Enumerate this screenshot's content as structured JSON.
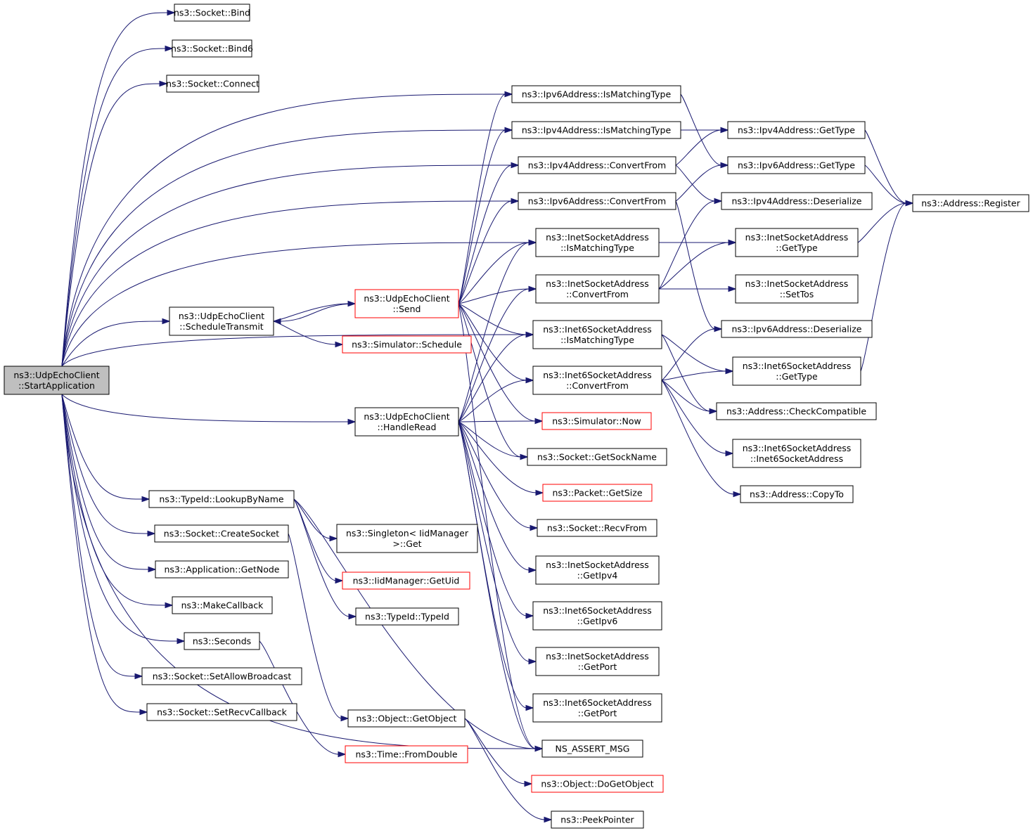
{
  "graph": {
    "edge_color": "#191970",
    "root_fill": "#bfbfbf",
    "highlight_border": "#ff0000",
    "nodes": [
      {
        "id": "root",
        "lines": [
          "ns3::UdpEchoClient",
          "::StartApplication"
        ],
        "kind": "root"
      },
      {
        "id": "bind",
        "lines": [
          "ns3::Socket::Bind"
        ],
        "kind": "normal"
      },
      {
        "id": "bind6",
        "lines": [
          "ns3::Socket::Bind6"
        ],
        "kind": "normal"
      },
      {
        "id": "connect",
        "lines": [
          "ns3::Socket::Connect"
        ],
        "kind": "normal"
      },
      {
        "id": "ip6match",
        "lines": [
          "ns3::Ipv6Address::IsMatchingType"
        ],
        "kind": "normal"
      },
      {
        "id": "ip4match",
        "lines": [
          "ns3::Ipv4Address::IsMatchingType"
        ],
        "kind": "normal"
      },
      {
        "id": "ip4conv",
        "lines": [
          "ns3::Ipv4Address::ConvertFrom"
        ],
        "kind": "normal"
      },
      {
        "id": "ip6conv",
        "lines": [
          "ns3::Ipv6Address::ConvertFrom"
        ],
        "kind": "normal"
      },
      {
        "id": "ip4type",
        "lines": [
          "ns3::Ipv4Address::GetType"
        ],
        "kind": "normal"
      },
      {
        "id": "ip6type",
        "lines": [
          "ns3::Ipv6Address::GetType"
        ],
        "kind": "normal"
      },
      {
        "id": "ip4deser",
        "lines": [
          "ns3::Ipv4Address::Deserialize"
        ],
        "kind": "normal"
      },
      {
        "id": "addrreg",
        "lines": [
          "ns3::Address::Register"
        ],
        "kind": "normal"
      },
      {
        "id": "inetmatch",
        "lines": [
          "ns3::InetSocketAddress",
          "::IsMatchingType"
        ],
        "kind": "normal"
      },
      {
        "id": "inettype",
        "lines": [
          "ns3::InetSocketAddress",
          "::GetType"
        ],
        "kind": "normal"
      },
      {
        "id": "send",
        "lines": [
          "ns3::UdpEchoClient",
          "::Send"
        ],
        "kind": "red"
      },
      {
        "id": "inetconv",
        "lines": [
          "ns3::InetSocketAddress",
          "::ConvertFrom"
        ],
        "kind": "normal"
      },
      {
        "id": "settos",
        "lines": [
          "ns3::InetSocketAddress",
          "::SetTos"
        ],
        "kind": "normal"
      },
      {
        "id": "sched",
        "lines": [
          "ns3::UdpEchoClient",
          "::ScheduleTransmit"
        ],
        "kind": "normal"
      },
      {
        "id": "simsched",
        "lines": [
          "ns3::Simulator::Schedule"
        ],
        "kind": "red"
      },
      {
        "id": "inet6match",
        "lines": [
          "ns3::Inet6SocketAddress",
          "::IsMatchingType"
        ],
        "kind": "normal"
      },
      {
        "id": "ip6deser",
        "lines": [
          "ns3::Ipv6Address::Deserialize"
        ],
        "kind": "normal"
      },
      {
        "id": "inet6type",
        "lines": [
          "ns3::Inet6SocketAddress",
          "::GetType"
        ],
        "kind": "normal"
      },
      {
        "id": "inet6conv",
        "lines": [
          "ns3::Inet6SocketAddress",
          "::ConvertFrom"
        ],
        "kind": "normal"
      },
      {
        "id": "checkcompat",
        "lines": [
          "ns3::Address::CheckCompatible"
        ],
        "kind": "normal"
      },
      {
        "id": "handleread",
        "lines": [
          "ns3::UdpEchoClient",
          "::HandleRead"
        ],
        "kind": "normal"
      },
      {
        "id": "simnow",
        "lines": [
          "ns3::Simulator::Now"
        ],
        "kind": "red"
      },
      {
        "id": "inet6ctor",
        "lines": [
          "ns3::Inet6SocketAddress",
          "::Inet6SocketAddress"
        ],
        "kind": "normal"
      },
      {
        "id": "sockname",
        "lines": [
          "ns3::Socket::GetSockName"
        ],
        "kind": "normal"
      },
      {
        "id": "copyto",
        "lines": [
          "ns3::Address::CopyTo"
        ],
        "kind": "normal"
      },
      {
        "id": "lookup",
        "lines": [
          "ns3::TypeId::LookupByName"
        ],
        "kind": "normal"
      },
      {
        "id": "getsize",
        "lines": [
          "ns3::Packet::GetSize"
        ],
        "kind": "red"
      },
      {
        "id": "createsock",
        "lines": [
          "ns3::Socket::CreateSocket"
        ],
        "kind": "normal"
      },
      {
        "id": "singleton",
        "lines": [
          "ns3::Singleton< IidManager",
          "  >::Get"
        ],
        "kind": "normal"
      },
      {
        "id": "recvfrom",
        "lines": [
          "ns3::Socket::RecvFrom"
        ],
        "kind": "normal"
      },
      {
        "id": "getnode",
        "lines": [
          "ns3::Application::GetNode"
        ],
        "kind": "normal"
      },
      {
        "id": "getuid",
        "lines": [
          "ns3::IidManager::GetUid"
        ],
        "kind": "red"
      },
      {
        "id": "inetipv4",
        "lines": [
          "ns3::InetSocketAddress",
          "::GetIpv4"
        ],
        "kind": "normal"
      },
      {
        "id": "makecb",
        "lines": [
          "ns3::MakeCallback"
        ],
        "kind": "normal"
      },
      {
        "id": "typeidctor",
        "lines": [
          "ns3::TypeId::TypeId"
        ],
        "kind": "normal"
      },
      {
        "id": "inet6ipv6",
        "lines": [
          "ns3::Inet6SocketAddress",
          "::GetIpv6"
        ],
        "kind": "normal"
      },
      {
        "id": "seconds",
        "lines": [
          "ns3::Seconds"
        ],
        "kind": "normal"
      },
      {
        "id": "inetport",
        "lines": [
          "ns3::InetSocketAddress",
          "::GetPort"
        ],
        "kind": "normal"
      },
      {
        "id": "allowbc",
        "lines": [
          "ns3::Socket::SetAllowBroadcast"
        ],
        "kind": "normal"
      },
      {
        "id": "inet6port",
        "lines": [
          "ns3::Inet6SocketAddress",
          "::GetPort"
        ],
        "kind": "normal"
      },
      {
        "id": "recvcb",
        "lines": [
          "ns3::Socket::SetRecvCallback"
        ],
        "kind": "normal"
      },
      {
        "id": "getobject",
        "lines": [
          "ns3::Object::GetObject"
        ],
        "kind": "normal"
      },
      {
        "id": "assert",
        "lines": [
          "NS_ASSERT_MSG"
        ],
        "kind": "normal"
      },
      {
        "id": "fromdouble",
        "lines": [
          "ns3::Time::FromDouble"
        ],
        "kind": "red"
      },
      {
        "id": "dogetobject",
        "lines": [
          "ns3::Object::DoGetObject"
        ],
        "kind": "red"
      },
      {
        "id": "peekptr",
        "lines": [
          "ns3::PeekPointer"
        ],
        "kind": "normal"
      }
    ],
    "edges": [
      [
        "root",
        "bind"
      ],
      [
        "root",
        "bind6"
      ],
      [
        "root",
        "connect"
      ],
      [
        "root",
        "ip6match"
      ],
      [
        "root",
        "ip4match"
      ],
      [
        "root",
        "ip4conv"
      ],
      [
        "root",
        "ip6conv"
      ],
      [
        "root",
        "inetmatch"
      ],
      [
        "root",
        "sched"
      ],
      [
        "root",
        "inet6match"
      ],
      [
        "root",
        "handleread"
      ],
      [
        "root",
        "assert"
      ],
      [
        "root",
        "lookup"
      ],
      [
        "root",
        "createsock"
      ],
      [
        "root",
        "getnode"
      ],
      [
        "root",
        "makecb"
      ],
      [
        "root",
        "seconds"
      ],
      [
        "root",
        "allowbc"
      ],
      [
        "root",
        "recvcb"
      ],
      [
        "ip6match",
        "ip6type"
      ],
      [
        "ip4match",
        "ip4type"
      ],
      [
        "ip4conv",
        "ip4type"
      ],
      [
        "ip4conv",
        "ip4deser"
      ],
      [
        "ip6conv",
        "ip6type"
      ],
      [
        "ip6conv",
        "ip6deser"
      ],
      [
        "ip4type",
        "addrreg"
      ],
      [
        "ip6type",
        "addrreg"
      ],
      [
        "inetmatch",
        "inettype"
      ],
      [
        "inettype",
        "addrreg"
      ],
      [
        "inetconv",
        "inettype"
      ],
      [
        "inetconv",
        "settos"
      ],
      [
        "inetconv",
        "ip4deser"
      ],
      [
        "inet6match",
        "inet6type"
      ],
      [
        "inet6match",
        "checkcompat"
      ],
      [
        "inet6conv",
        "inet6type"
      ],
      [
        "inet6conv",
        "checkcompat"
      ],
      [
        "inet6conv",
        "ip6deser"
      ],
      [
        "inet6conv",
        "inet6ctor"
      ],
      [
        "inet6conv",
        "copyto"
      ],
      [
        "inet6type",
        "addrreg"
      ],
      [
        "send",
        "sched"
      ],
      [
        "send",
        "ip6match"
      ],
      [
        "send",
        "ip4match"
      ],
      [
        "send",
        "ip4conv"
      ],
      [
        "send",
        "ip6conv"
      ],
      [
        "send",
        "inetmatch"
      ],
      [
        "send",
        "inetconv"
      ],
      [
        "send",
        "inet6match"
      ],
      [
        "send",
        "inet6conv"
      ],
      [
        "send",
        "simnow"
      ],
      [
        "send",
        "sockname"
      ],
      [
        "send",
        "assert"
      ],
      [
        "sched",
        "send"
      ],
      [
        "sched",
        "simsched"
      ],
      [
        "handleread",
        "inetmatch"
      ],
      [
        "handleread",
        "inetconv"
      ],
      [
        "handleread",
        "inet6match"
      ],
      [
        "handleread",
        "inet6conv"
      ],
      [
        "handleread",
        "simnow"
      ],
      [
        "handleread",
        "sockname"
      ],
      [
        "handleread",
        "getsize"
      ],
      [
        "handleread",
        "recvfrom"
      ],
      [
        "handleread",
        "inetipv4"
      ],
      [
        "handleread",
        "inet6ipv6"
      ],
      [
        "handleread",
        "inetport"
      ],
      [
        "handleread",
        "inet6port"
      ],
      [
        "handleread",
        "assert"
      ],
      [
        "lookup",
        "singleton"
      ],
      [
        "lookup",
        "getuid"
      ],
      [
        "lookup",
        "typeidctor"
      ],
      [
        "lookup",
        "assert"
      ],
      [
        "createsock",
        "getobject"
      ],
      [
        "seconds",
        "fromdouble"
      ],
      [
        "getobject",
        "dogetobject"
      ],
      [
        "getobject",
        "peekptr"
      ]
    ]
  }
}
